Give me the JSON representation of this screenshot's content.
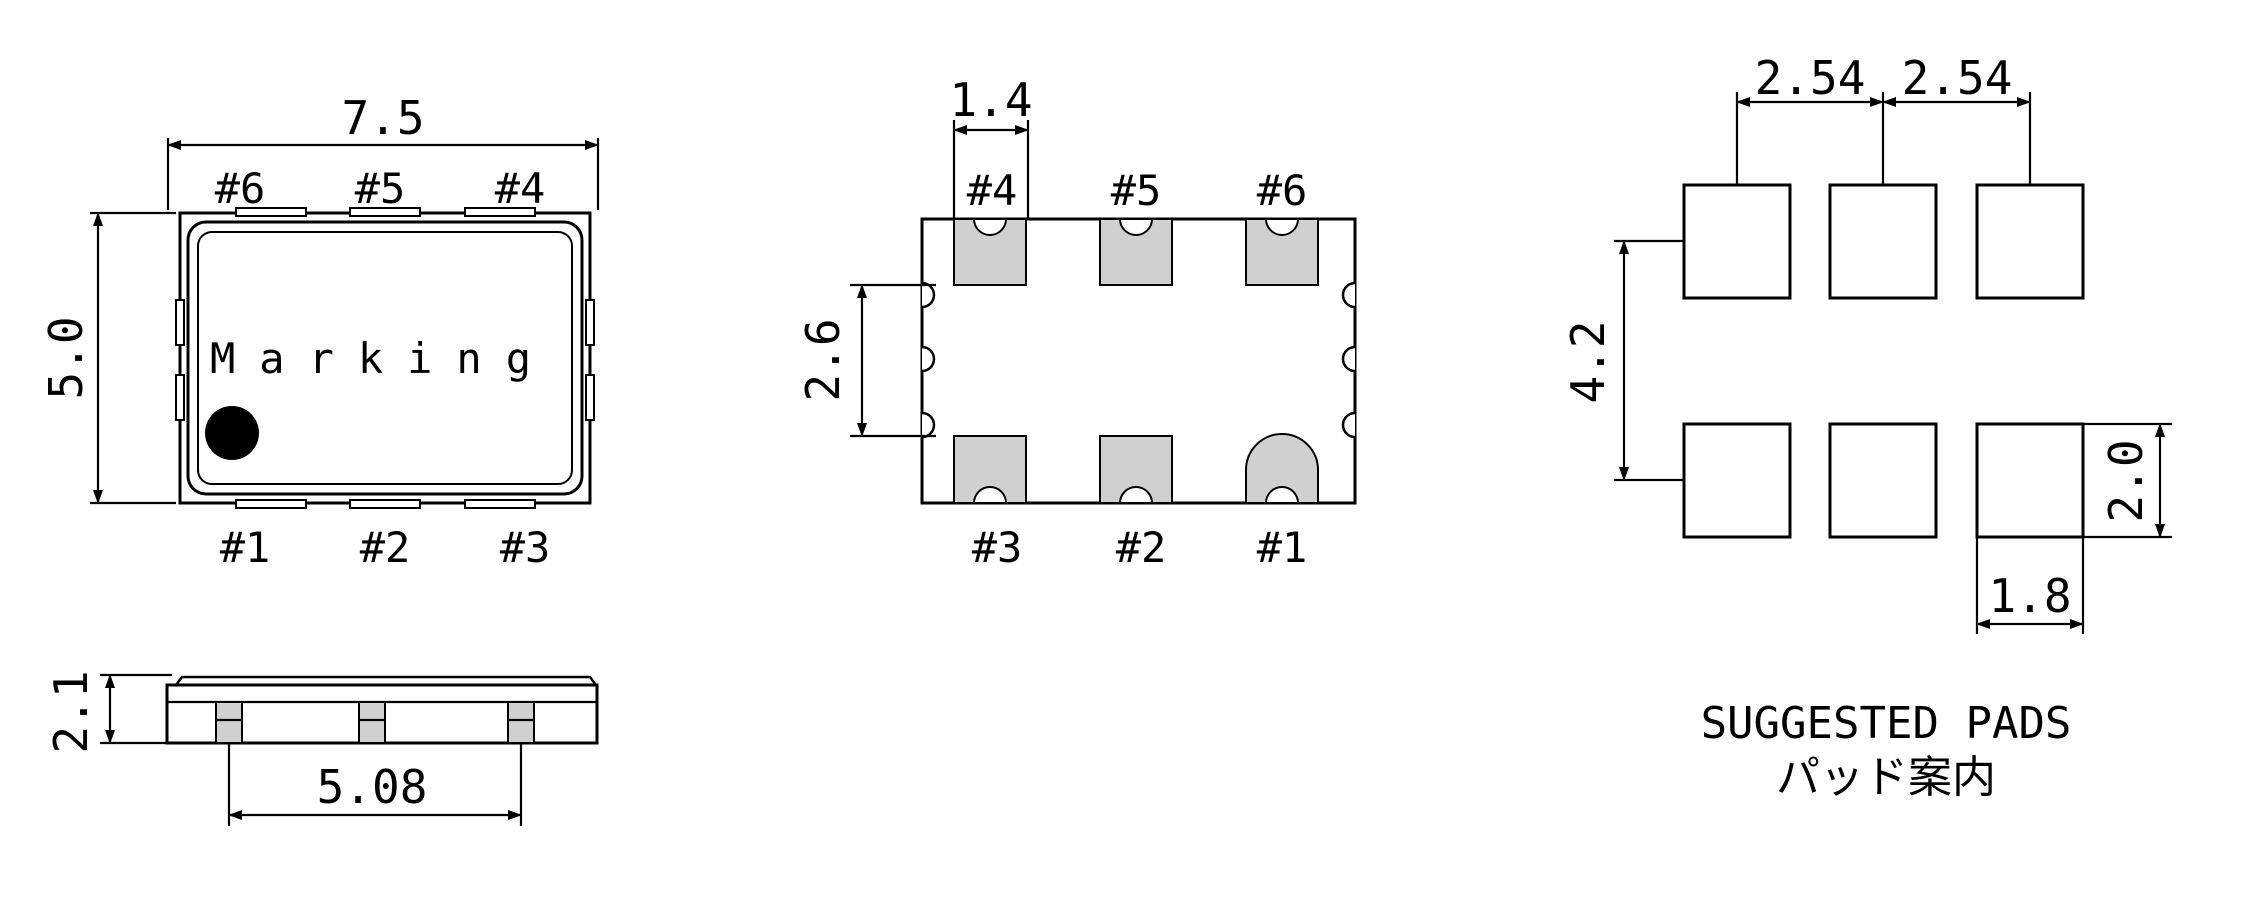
{
  "top_view": {
    "width_dim": "7.5",
    "height_dim": "5.0",
    "marking": "Marking",
    "top_pins": [
      "#6",
      "#5",
      "#4"
    ],
    "bottom_pins": [
      "#1",
      "#2",
      "#3"
    ]
  },
  "side_view": {
    "height_dim": "2.1",
    "pitch_dim": "5.08"
  },
  "bottom_view": {
    "pad_width_dim": "1.4",
    "pad_gap_dim": "2.6",
    "top_pins": [
      "#4",
      "#5",
      "#6"
    ],
    "bottom_pins": [
      "#3",
      "#2",
      "#1"
    ]
  },
  "suggested_pads": {
    "pitch_dims": [
      "2.54",
      "2.54"
    ],
    "row_spacing_dim": "4.2",
    "pad_height_dim": "2.0",
    "pad_width_dim": "1.8",
    "caption_en": "SUGGESTED PADS",
    "caption_jp": "パッド案内"
  }
}
